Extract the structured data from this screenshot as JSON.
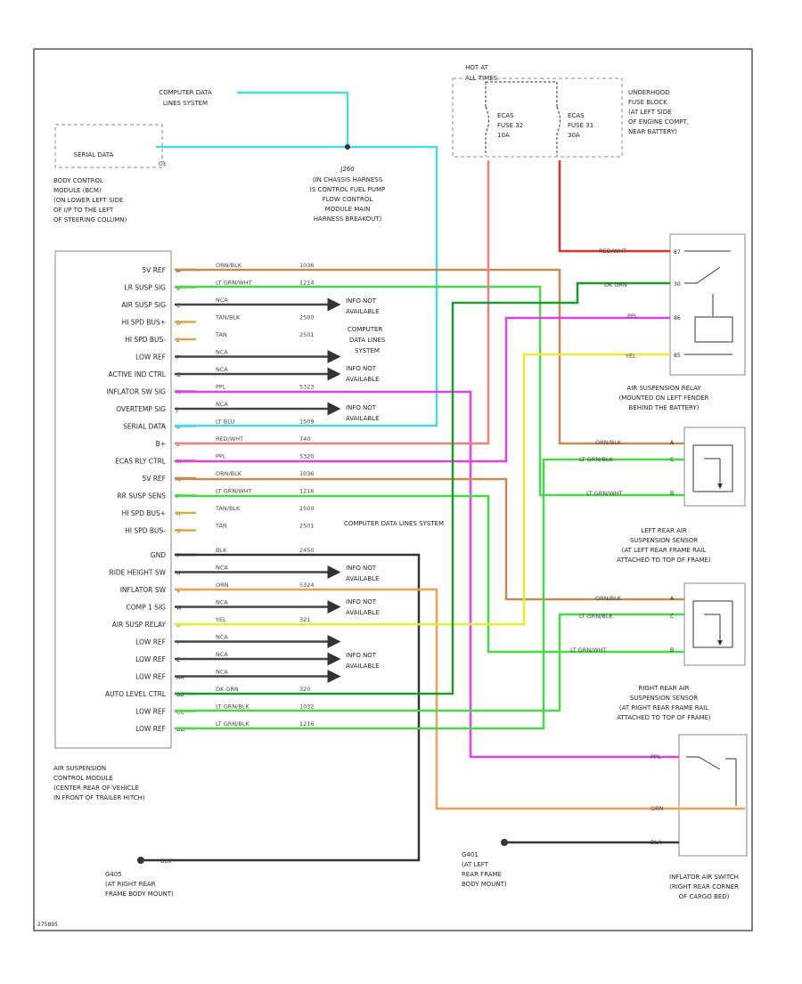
{
  "page_code": "275895",
  "computer_data_lines": [
    "COMPUTER DATA",
    "LINES SYSTEM"
  ],
  "serial_data_box_label": "SERIAL DATA",
  "serial_data_box_pin": "C3",
  "bcm_label": [
    "BODY CONTROL",
    "MODULE (BCM)",
    "(ON LOWER LEFT SIDE",
    "OF I/P TO THE LEFT",
    "OF STEERING COLUMN)"
  ],
  "splice": {
    "name": "J260",
    "desc": [
      "(IN CHASSIS HARNESS",
      "IS CONTROL FUEL PUMP",
      "FLOW CONTROL",
      "MODULE MAIN",
      "HARNESS BREAKOUT)"
    ]
  },
  "hot_at": [
    "HOT AT",
    "ALL TIMES"
  ],
  "fuse_a": [
    "ECAS",
    "FUSE 32",
    "10A"
  ],
  "fuse_b": [
    "ECAS",
    "FUSE 31",
    "30A"
  ],
  "fuse_block_label": [
    "UNDERHOOD",
    "FUSE BLOCK",
    "(AT LEFT SIDE",
    "OF ENGINE COMPT,",
    "NEAR BATTERY)"
  ],
  "air_relay_label": [
    "AIR SUSPENSION RELAY",
    "(MOUNTED ON LEFT FENDER",
    "BEHIND THE BATTERY)"
  ],
  "relay_pins": [
    "87",
    "30",
    "86",
    "85"
  ],
  "relay_wires": [
    {
      "color": "RED/WHT",
      "hex": "#e04848"
    },
    {
      "color": "DK GRN",
      "hex": "#2a9a2a"
    },
    {
      "color": "PPL",
      "hex": "#e040e0"
    },
    {
      "color": "YEL",
      "hex": "#e6e02a"
    }
  ],
  "lr_sensor_label": [
    "LEFT REAR AIR",
    "SUSPENSION SENSOR",
    "(AT LEFT REAR FRAME RAIL",
    "ATTACHED TO TOP OF FRAME)"
  ],
  "rr_sensor_label": [
    "RIGHT REAR AIR",
    "SUSPENSION SENSOR",
    "(AT RIGHT REAR FRAME RAIL",
    "ATTACHED TO TOP OF FRAME)"
  ],
  "sensor_wires": [
    {
      "color": "ORN/BLK",
      "pin": "A"
    },
    {
      "color": "LT GRN/BLK",
      "pin": "C"
    },
    {
      "color": "LT GRN/WHT",
      "pin": "B"
    }
  ],
  "inflator_switch_label": [
    "INFLATOR AIR SWITCH",
    "(RIGHT REAR CORNER",
    "OF CARGO BED)"
  ],
  "inflator_wires": [
    "PPL",
    "ORN",
    "BLK"
  ],
  "module_label": [
    "AIR SUSPENSION",
    "CONTROL MODULE",
    "(CENTER REAR OF VEHICLE",
    "IN FRONT OF TRAILER HITCH)"
  ],
  "ground_right": {
    "name": "G405",
    "desc": [
      "(AT RIGHT REAR",
      "FRAME BODY MOUNT)"
    ],
    "wire": "BLK"
  },
  "ground_left": {
    "name": "G401",
    "desc": [
      "(AT LEFT",
      "REAR FRAME",
      "BODY MOUNT)"
    ]
  },
  "info_na": [
    "INFO NOT",
    "AVAILABLE"
  ],
  "cdl_note": [
    "COMPUTER",
    "DATA LINES",
    "SYSTEM"
  ],
  "cdl_note2": "COMPUTER DATA LINES SYSTEM",
  "upper_pins": [
    {
      "name": "5V REF",
      "pin": "A",
      "color": "ORN/BLK",
      "circuit": "1036"
    },
    {
      "name": "LR SUSP SIG",
      "pin": "B",
      "color": "LT GRN/WHT",
      "circuit": "1214"
    },
    {
      "name": "AIR SUSP SIG",
      "pin": "C",
      "color": "NCA",
      "circuit": ""
    },
    {
      "name": "HI SPD BUS+",
      "pin": "D",
      "color": "TAN/BLK",
      "circuit": "2500"
    },
    {
      "name": "HI SPD BUS-",
      "pin": "E",
      "color": "TAN",
      "circuit": "2501"
    },
    {
      "name": "LOW REF",
      "pin": "F",
      "color": "NCA",
      "circuit": ""
    },
    {
      "name": "ACTIVE IND CTRL",
      "pin": "G",
      "color": "NCA",
      "circuit": ""
    },
    {
      "name": "INFLATOR SW SIG",
      "pin": "H",
      "color": "PPL",
      "circuit": "5323"
    },
    {
      "name": "OVERTEMP SIG",
      "pin": "J",
      "color": "NCA",
      "circuit": ""
    },
    {
      "name": "SERIAL DATA",
      "pin": "K",
      "color": "LT BLU",
      "circuit": "1509"
    },
    {
      "name": "B+",
      "pin": "L",
      "color": "RED/WHT",
      "circuit": "740"
    },
    {
      "name": "ECAS RLY CTRL",
      "pin": "M",
      "color": "PPL",
      "circuit": "5320"
    },
    {
      "name": "5V REF",
      "pin": "N",
      "color": "ORN/BLK",
      "circuit": "1036"
    },
    {
      "name": "RR SUSP SENS",
      "pin": "P",
      "color": "LT GRN/WHT",
      "circuit": "1216"
    },
    {
      "name": "HI SPD BUS+",
      "pin": "R",
      "color": "TAN/BLK",
      "circuit": "2500"
    },
    {
      "name": "HI SPD BUS-",
      "pin": "S",
      "color": "TAN",
      "circuit": "2501"
    }
  ],
  "lower_pins": [
    {
      "name": "GND",
      "pin": "T",
      "color": "BLK",
      "circuit": "2450"
    },
    {
      "name": "RIDE HEIGHT SW",
      "pin": "U",
      "color": "NCA",
      "circuit": ""
    },
    {
      "name": "INFLATOR SW",
      "pin": "V",
      "color": "ORN",
      "circuit": "5324"
    },
    {
      "name": "COMP 1 SIG",
      "pin": "W",
      "color": "NCA",
      "circuit": ""
    },
    {
      "name": "AIR SUSP RELAY",
      "pin": "X",
      "color": "YEL",
      "circuit": "321"
    },
    {
      "name": "LOW REF",
      "pin": "Y",
      "color": "NCA",
      "circuit": ""
    },
    {
      "name": "LOW REF",
      "pin": "Z",
      "color": "NCA",
      "circuit": ""
    },
    {
      "name": "LOW REF",
      "pin": "AA",
      "color": "NCA",
      "circuit": ""
    },
    {
      "name": "AUTO LEVEL CTRL",
      "pin": "BB",
      "color": "DK GRN",
      "circuit": "320"
    },
    {
      "name": "LOW REF",
      "pin": "CC",
      "color": "LT GRN/BLK",
      "circuit": "1032"
    },
    {
      "name": "LOW REF",
      "pin": "DD",
      "color": "LT GRN/BLK",
      "circuit": "1216"
    }
  ],
  "wire_colors": {
    "lt_blu": "#48d8e8",
    "orn_blk": "#c88a50",
    "lt_grn": "#4ad84a",
    "dk_grn": "#1f9a2a",
    "ppl": "#e040e0",
    "tan": "#d8a848",
    "yel": "#ecea30",
    "red_wht": "#f08080",
    "red": "#e03030",
    "orn": "#f0a050",
    "blk": "#333333",
    "nca": "#444444"
  }
}
